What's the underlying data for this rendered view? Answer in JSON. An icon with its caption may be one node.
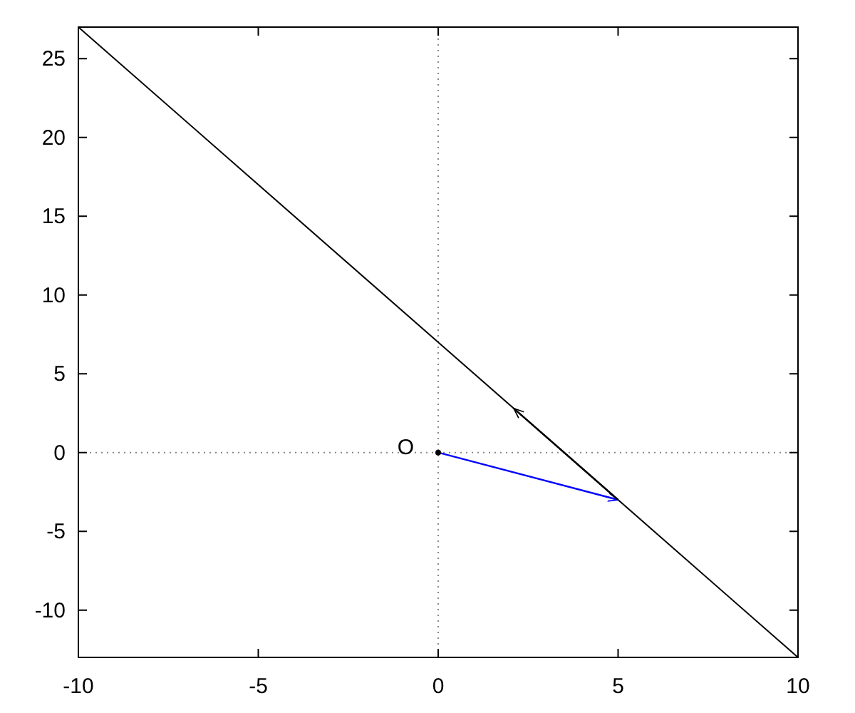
{
  "diagram": {
    "chart_data": {
      "type": "line",
      "x": [
        -10,
        10
      ],
      "series": [
        {
          "color": "#000000",
          "values": [
            27,
            -13
          ]
        }
      ],
      "xlim": [
        -10,
        10
      ],
      "ylim": [
        -13,
        27
      ],
      "xticks": [
        -10,
        -5,
        0,
        5,
        10
      ],
      "yticks": [
        -10,
        -5,
        0,
        5,
        10,
        15,
        20,
        25
      ],
      "annotations": [
        {
          "x": 0,
          "y": 0,
          "text": "O"
        }
      ]
    }
  }
}
